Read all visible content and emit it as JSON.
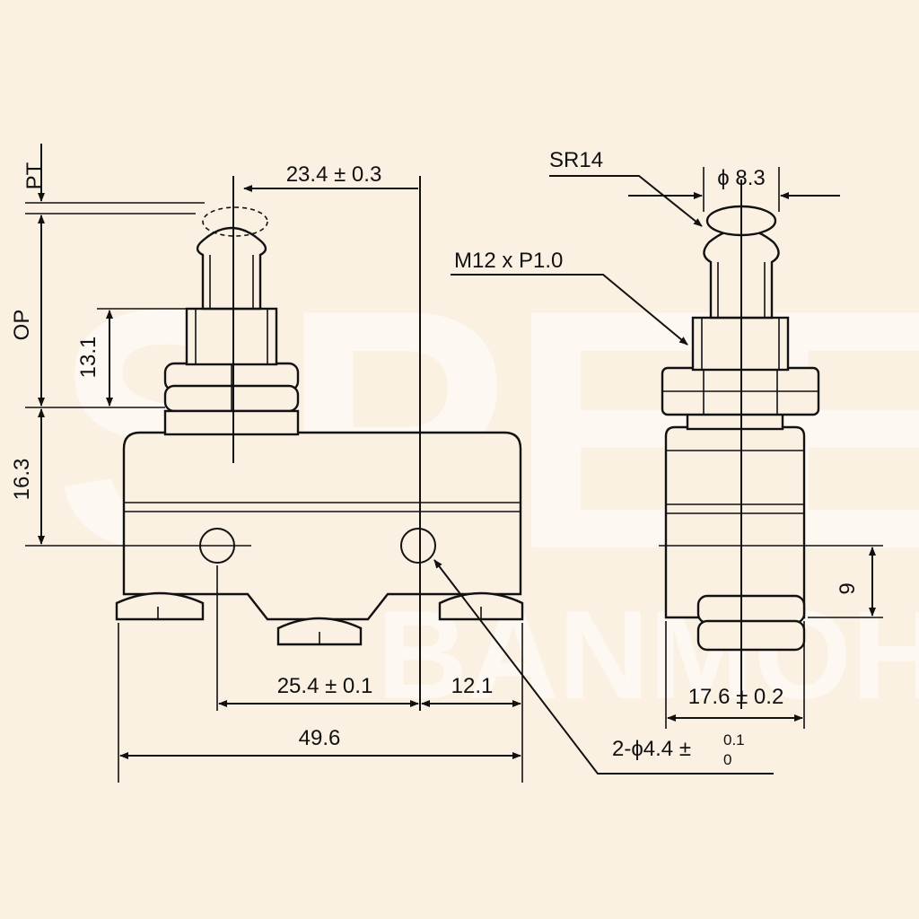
{
  "watermark": {
    "brand_large": "SPEE",
    "brand_small": "BANMOH"
  },
  "front_view": {
    "pt_label": "PT",
    "op_label": "OP",
    "dim_op_height": "13.1",
    "dim_body_height": "16.3",
    "dim_plunger_offset": "23.4 ± 0.3",
    "dim_hole_spacing": "25.4 ± 0.1",
    "dim_hole_edge": "12.1",
    "dim_total_length": "49.6"
  },
  "side_view": {
    "sphere_radius": "SR14",
    "plunger_diameter": "ϕ 8.3",
    "thread_spec": "M12 x P1.0",
    "dim_hole_height": "9",
    "dim_width": "17.6 ± 0.2",
    "hole_spec_main": "2-ϕ4.4 ±",
    "hole_tol_upper": "0.1",
    "hole_tol_lower": "0"
  }
}
